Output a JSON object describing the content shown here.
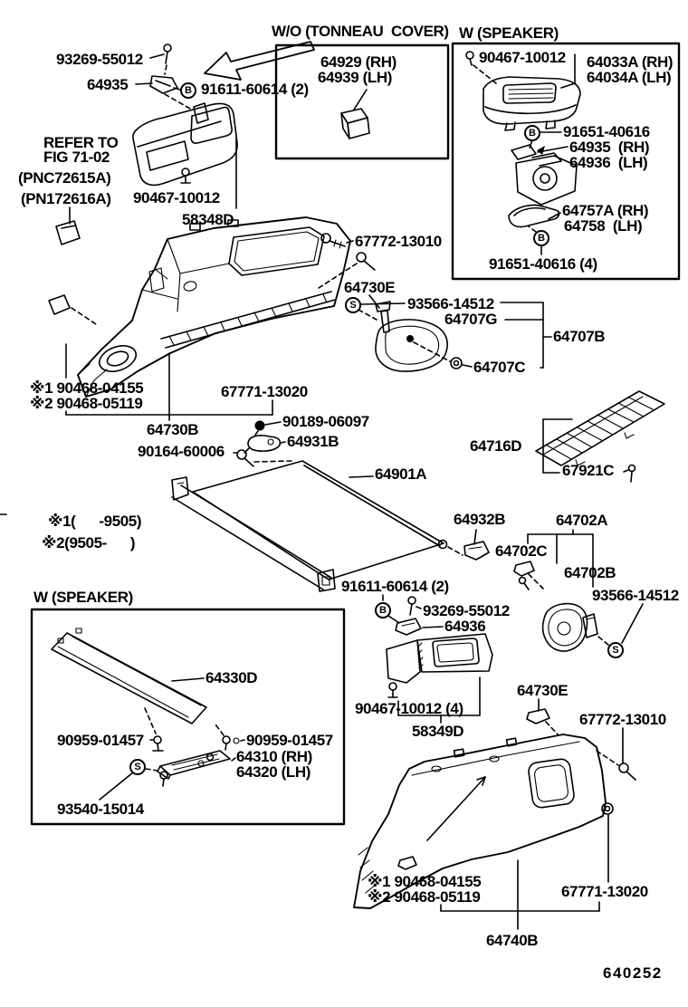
{
  "figure_code": "640252",
  "glyphs": {
    "b": "B",
    "s": "S"
  },
  "labels": {
    "l01": "93269-55012",
    "l02": "64935",
    "l03": "91611-60614 (2)",
    "l04": "W/O (TONNEAU  COVER)",
    "l05": "64929 (RH)",
    "l06": "64939 (LH)",
    "l07": "W (SPEAKER)",
    "l08": "90467-10012",
    "l09": "64033A (RH)",
    "l10": "64034A (LH)",
    "l11": "91651-40616",
    "l12": "64935  (RH)",
    "l13": "64936  (LH)",
    "l14": "64757A (RH)",
    "l15": "64758  (LH)",
    "l16": "91651-40616 (4)",
    "l17": "REFER TO",
    "l18": "FIG 71-02",
    "l19": "(PNC72615A)",
    "l20": "(PN172616A)",
    "l21": "90467-10012",
    "l22": "58348D",
    "l23": "67772-13010",
    "l24": "64730E",
    "l25": "93566-14512",
    "l26": "64707G",
    "l27": "64707B",
    "l28": "64707C",
    "l29": "※1 90468-04155",
    "l30": "※2 90468-05119",
    "l31": "67771-13020",
    "l32": "64730B",
    "l33": "90189-06097",
    "l34": "64931B",
    "l35": "90164-60006",
    "l36": "64901A",
    "l37": "64716D",
    "l38": "67921C",
    "l39": "※1(      -9505)",
    "l40": "※2(9505-      )",
    "l41": "64932B",
    "l42": "64702A",
    "l43": "64702C",
    "l44": "64702B",
    "l45": "93566-14512",
    "l46": "91611-60614 (2)",
    "l47": "93269-55012",
    "l48": "64936",
    "l49": "90467-10012 (4)",
    "l50": "58349D",
    "l51": "64730E",
    "l52": "67772-13010",
    "l53": "W (SPEAKER)",
    "l54": "64330D",
    "l55": "90959-01457",
    "l56": "90959-01457",
    "l57": "64310 (RH)",
    "l58": "64320 (LH)",
    "l59": "93540-15014",
    "l60": "※1 90468-04155",
    "l61": "※2 90468-05119",
    "l62": "67771-13020",
    "l63": "64740B",
    "l64": "640252"
  }
}
